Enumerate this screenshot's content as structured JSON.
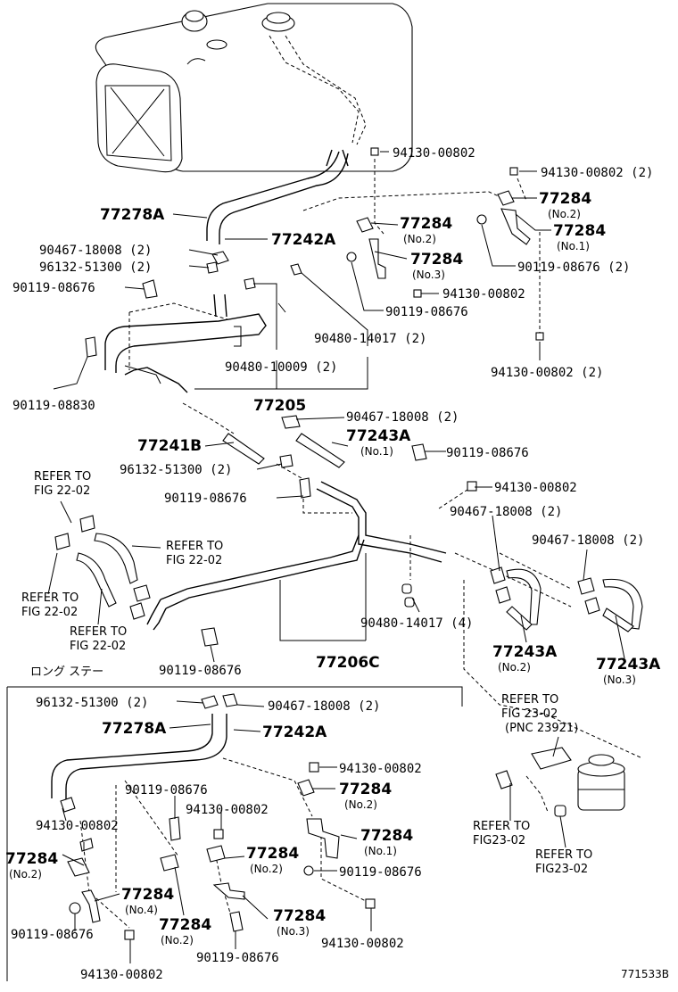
{
  "parts": {
    "p1": "94130-00802",
    "p2": "94130-00802 (2)",
    "p3": "77284",
    "p3n": "(No.2)",
    "p4": "77278A",
    "p5": "77284",
    "p5n": "(No.2)",
    "p6": "77284",
    "p6n": "(No.1)",
    "p7": "90467-18008 (2)",
    "p8": "77242A",
    "p9": "77284",
    "p9n": "(No.3)",
    "p10": "96132-51300 (2)",
    "p11": "90119-08676 (2)",
    "p12": "90119-08676",
    "p13": "94130-00802",
    "p14": "90119-08676",
    "p15": "90480-14017 (2)",
    "p16": "90480-10009 (2)",
    "p17": "94130-00802 (2)",
    "p18": "90119-08830",
    "p19": "77205",
    "p20": "90467-18008 (2)",
    "p21": "77241B",
    "p22": "77243A",
    "p22n": "(No.1)",
    "p23": "90119-08676",
    "p24": "96132-51300 (2)",
    "p25": "90119-08676",
    "p26": "94130-00802",
    "p27": "90467-18008 (2)",
    "p28": "90467-18008 (2)",
    "p29": "90480-14017 (4)",
    "p30": "77243A",
    "p30n": "(No.2)",
    "p31": "77243A",
    "p31n": "(No.3)",
    "p32": "90119-08676",
    "p33": "77206C",
    "s1": "96132-51300 (2)",
    "s2": "90467-18008 (2)",
    "s3": "77278A",
    "s4": "77242A",
    "s5": "94130-00802",
    "s6": "77284",
    "s6n": "(No.2)",
    "s7": "90119-08676",
    "s8": "94130-00802",
    "s9": "94130-00802",
    "s10": "77284",
    "s10n": "(No.1)",
    "s11": "77284",
    "s11n": "(No.2)",
    "s12": "77284",
    "s12n": "(No.2)",
    "s13": "90119-08676",
    "s14": "77284",
    "s14n": "(No.4)",
    "s15": "77284",
    "s15n": "(No.3)",
    "s16": "90119-08676",
    "s17": "77284",
    "s17n": "(No.2)",
    "s18": "94130-00802",
    "s19": "90119-08676",
    "s20": "94130-00802"
  },
  "refs": {
    "r1a": "REFER  TO",
    "r1b": "FIG 22-02",
    "r2a": "REFER  TO",
    "r2b": "FIG 22-02",
    "r3a": "REFER  TO",
    "r3b": "FIG 22-02",
    "r4a": "REFER  TO",
    "r4b": "FIG 22-02",
    "r5a": "REFER  TO",
    "r5b": "FIG 23-02",
    "r5c": "(PNC 23921)",
    "r6a": "REFER  TO",
    "r6b": "FIG23-02",
    "r7a": "REFER  TO",
    "r7b": "FIG23-02"
  },
  "section_title": "ロング  ステー",
  "figure_code": "771533B"
}
